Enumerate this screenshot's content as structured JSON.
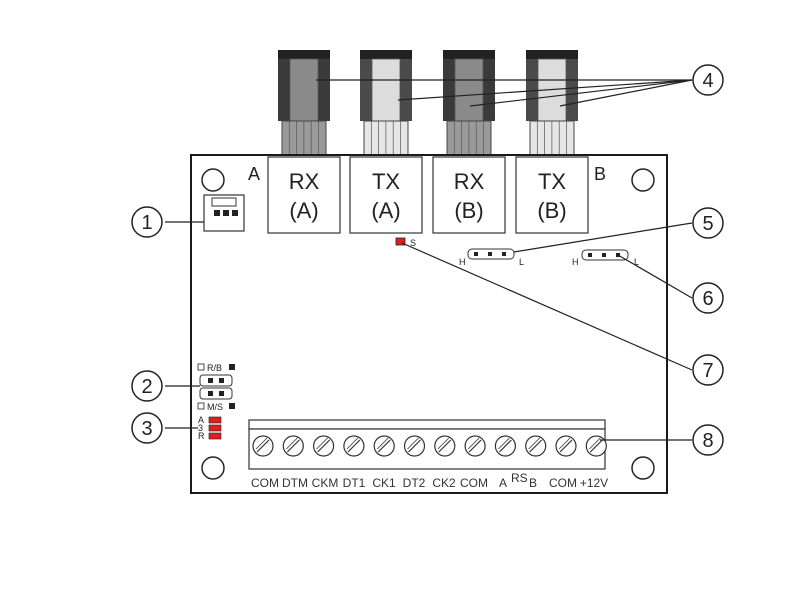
{
  "board": {
    "side_a": "A",
    "side_b": "B"
  },
  "ports": [
    {
      "line1": "RX",
      "line2": "(A)",
      "shade": "dark"
    },
    {
      "line1": "TX",
      "line2": "(A)",
      "shade": "light"
    },
    {
      "line1": "RX",
      "line2": "(B)",
      "shade": "dark"
    },
    {
      "line1": "TX",
      "line2": "(B)",
      "shade": "light"
    }
  ],
  "callouts": [
    "1",
    "2",
    "3",
    "4",
    "5",
    "6",
    "7",
    "8"
  ],
  "jumpers": {
    "rb_label": "R/B",
    "ms_label": "M/S",
    "h": "H",
    "l": "L"
  },
  "leds": {
    "s_label": "S",
    "stack": [
      "A",
      "3",
      "R"
    ],
    "color": "#e02020"
  },
  "terminals": {
    "labels": [
      "COM",
      "DTM",
      "CKM",
      "DT1",
      "CK1",
      "DT2",
      "CK2",
      "COM",
      "A",
      "B",
      "COM",
      "+12V"
    ],
    "rs_label": "RS"
  }
}
